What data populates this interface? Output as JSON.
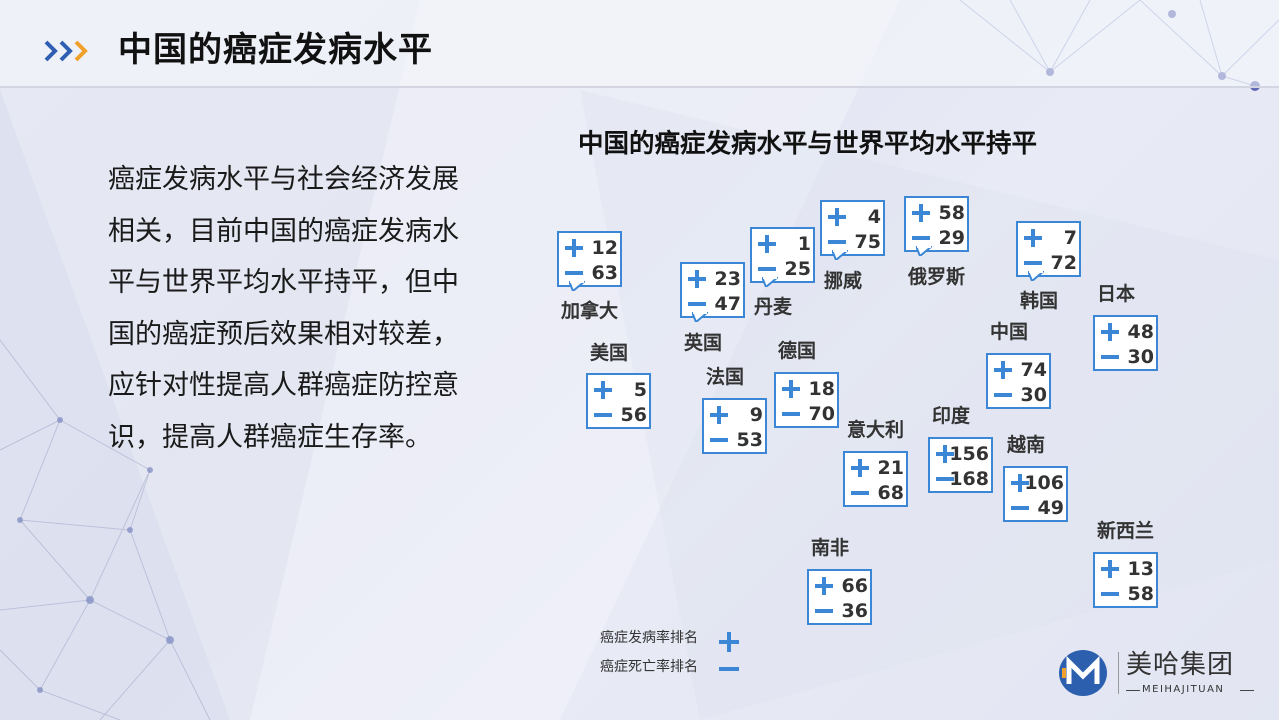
{
  "header": {
    "title": "中国的癌症发病水平"
  },
  "body_text": "癌症发病水平与社会经济发展相关，目前中国的癌症发病水平与世界平均水平持平，但中国的癌症预后效果相对较差，应针对性提高人群癌症防控意识，提高人群癌症生存率。",
  "map": {
    "title": "中国的癌症发病水平与世界平均水平持平",
    "countries": [
      {
        "name": "加拿大",
        "incidence_rank": "12",
        "mortality_rank": "63"
      },
      {
        "name": "美国",
        "incidence_rank": "5",
        "mortality_rank": "56"
      },
      {
        "name": "英国",
        "incidence_rank": "23",
        "mortality_rank": "47"
      },
      {
        "name": "法国",
        "incidence_rank": "9",
        "mortality_rank": "53"
      },
      {
        "name": "丹麦",
        "incidence_rank": "1",
        "mortality_rank": "25"
      },
      {
        "name": "德国",
        "incidence_rank": "18",
        "mortality_rank": "70"
      },
      {
        "name": "挪威",
        "incidence_rank": "4",
        "mortality_rank": "75"
      },
      {
        "name": "俄罗斯",
        "incidence_rank": "58",
        "mortality_rank": "29"
      },
      {
        "name": "韩国",
        "incidence_rank": "7",
        "mortality_rank": "72"
      },
      {
        "name": "日本",
        "incidence_rank": "48",
        "mortality_rank": "30"
      },
      {
        "name": "中国",
        "incidence_rank": "74",
        "mortality_rank": "30"
      },
      {
        "name": "意大利",
        "incidence_rank": "21",
        "mortality_rank": "68"
      },
      {
        "name": "印度",
        "incidence_rank": "156",
        "mortality_rank": "168"
      },
      {
        "name": "越南",
        "incidence_rank": "106",
        "mortality_rank": "49"
      },
      {
        "name": "南非",
        "incidence_rank": "66",
        "mortality_rank": "36"
      },
      {
        "name": "新西兰",
        "incidence_rank": "13",
        "mortality_rank": "58"
      }
    ],
    "legend": {
      "incidence_label": "癌症发病率排名",
      "mortality_label": "癌症死亡率排名"
    }
  },
  "logo": {
    "name_cn": "美哈集团",
    "name_en": "MEIHAJITUAN"
  },
  "colors": {
    "accent_blue": "#3b87d6",
    "chevron_orange": "#f0a12c",
    "chevron_blue": "#2f5fb3"
  },
  "icons": [
    "chevron-right-icon",
    "plus-icon",
    "minus-icon",
    "network-decoration"
  ]
}
